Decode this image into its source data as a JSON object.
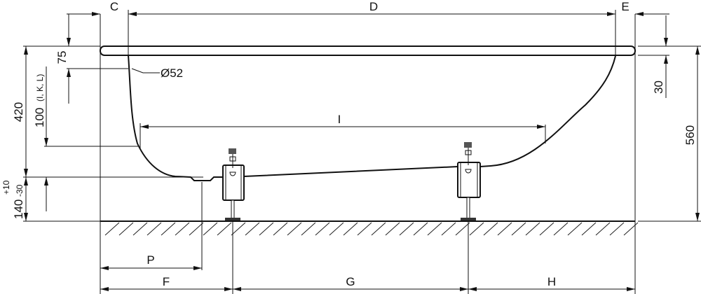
{
  "dimensions": {
    "c": "C",
    "d": "D",
    "e": "E",
    "i": "I",
    "p": "P",
    "f": "F",
    "g": "G",
    "h": "H",
    "rim_75": "75",
    "drain_diameter": "Ø52",
    "height_420": "420",
    "depth_100": "100",
    "depth_100_note": "(I, K, L)",
    "foot_140": "140",
    "tol_plus": "+10",
    "tol_minus": "-30",
    "rim_30": "30",
    "height_560": "560"
  }
}
